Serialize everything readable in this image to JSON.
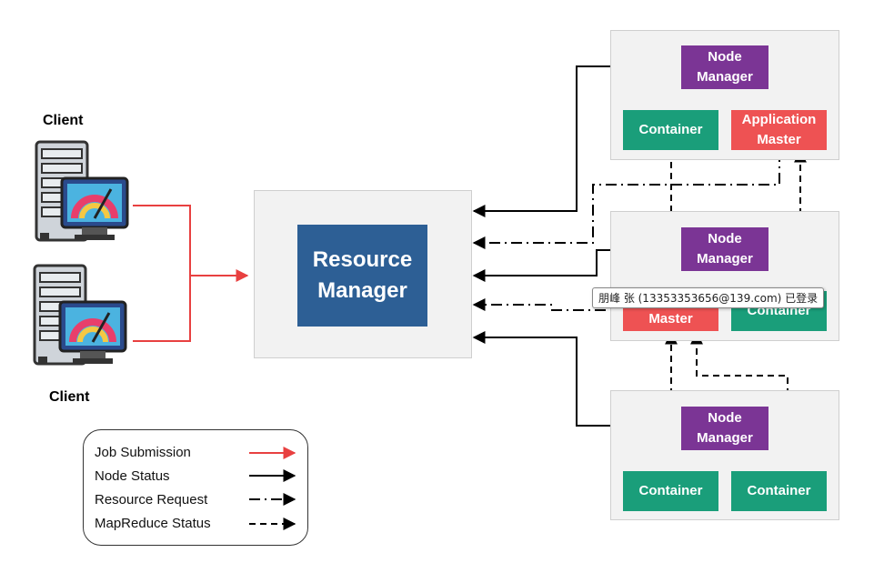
{
  "clients": {
    "top_label": "Client",
    "bottom_label": "Client"
  },
  "resource_manager": {
    "line1": "Resource",
    "line2": "Manager"
  },
  "nodes": [
    {
      "node_manager": [
        "Node",
        "Manager"
      ],
      "left": {
        "kind": "container",
        "lines": [
          "Container"
        ]
      },
      "right": {
        "kind": "app_master",
        "lines": [
          "Application",
          "Master"
        ]
      }
    },
    {
      "node_manager": [
        "Node",
        "Manager"
      ],
      "left": {
        "kind": "app_master",
        "lines": [
          "Master"
        ]
      },
      "right": {
        "kind": "container",
        "lines": [
          "Container"
        ]
      }
    },
    {
      "node_manager": [
        "Node",
        "Manager"
      ],
      "left": {
        "kind": "container",
        "lines": [
          "Container"
        ]
      },
      "right": {
        "kind": "container",
        "lines": [
          "Container"
        ]
      }
    }
  ],
  "legend": [
    {
      "label": "Job Submission",
      "style": "solid-red"
    },
    {
      "label": "Node Status",
      "style": "solid-black"
    },
    {
      "label": "Resource Request",
      "style": "dash-dot"
    },
    {
      "label": "MapReduce Status",
      "style": "dashed"
    }
  ],
  "tooltip": "朋峰 张 (13353353656@139.com) 已登录",
  "colors": {
    "node_manager": "#7b3595",
    "container": "#1a9e7a",
    "app_master": "#ee5253",
    "resource_manager": "#2d5f95",
    "panel": "#f2f2f2",
    "job_submission_arrow": "#e84040"
  }
}
